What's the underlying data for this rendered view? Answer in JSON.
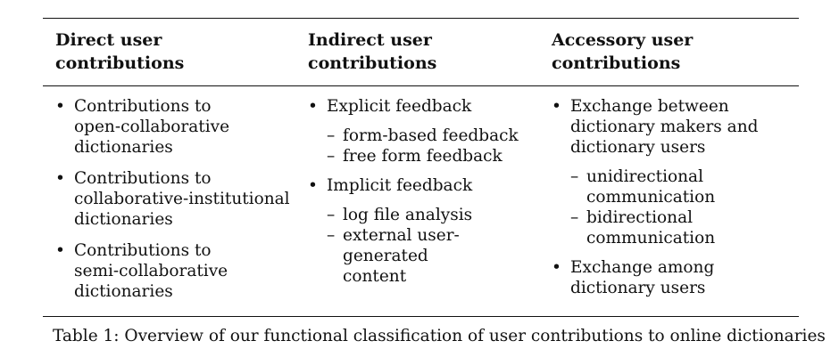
{
  "columns": [
    {
      "header": "Direct user\ncontributions",
      "items": [
        {
          "text": "Contributions to\nopen-collaborative\ndictionaries",
          "subitems": []
        },
        {
          "text": "Contributions to\ncollaborative-institutional\ndictionaries",
          "subitems": []
        },
        {
          "text": "Contributions to\nsemi-collaborative\ndictionaries",
          "subitems": []
        }
      ]
    },
    {
      "header": "Indirect user\ncontributions",
      "items": [
        {
          "text": "Explicit feedback",
          "subitems": [
            "form-based feedback",
            "free form feedback"
          ]
        },
        {
          "text": "Implicit feedback",
          "subitems": [
            "log file analysis",
            "external user-generated\ncontent"
          ]
        }
      ]
    },
    {
      "header": "Accessory user\ncontributions",
      "items": [
        {
          "text": "Exchange between\ndictionary makers and\ndictionary users",
          "subitems": [
            "unidirectional\ncommunication",
            "bidirectional\ncommunication"
          ]
        },
        {
          "text": "Exchange among\ndictionary users",
          "subitems": []
        }
      ]
    }
  ],
  "caption": "Table 1: Overview of our functional classification of user contributions to online dictionaries"
}
